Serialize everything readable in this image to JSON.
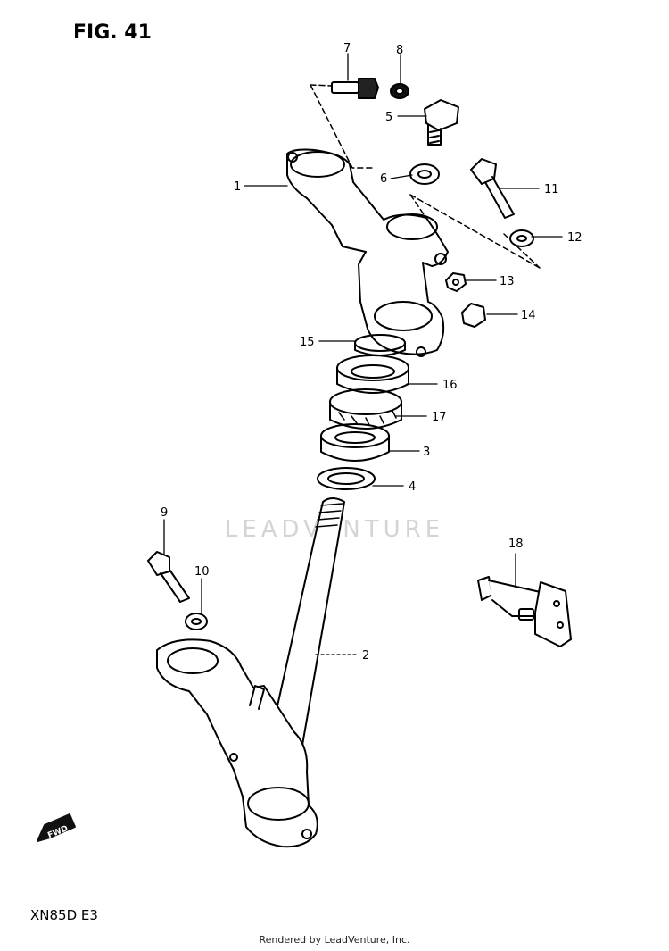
{
  "figure": {
    "title": "FIG. 41",
    "model": "XN85D E3"
  },
  "watermark": "LEADVENTURE",
  "credit": "Rendered by LeadVenture, Inc.",
  "fwd_label": "FWD",
  "callouts": [
    "1",
    "2",
    "3",
    "4",
    "5",
    "6",
    "7",
    "8",
    "9",
    "10",
    "11",
    "12",
    "13",
    "14",
    "15",
    "16",
    "17",
    "18"
  ]
}
